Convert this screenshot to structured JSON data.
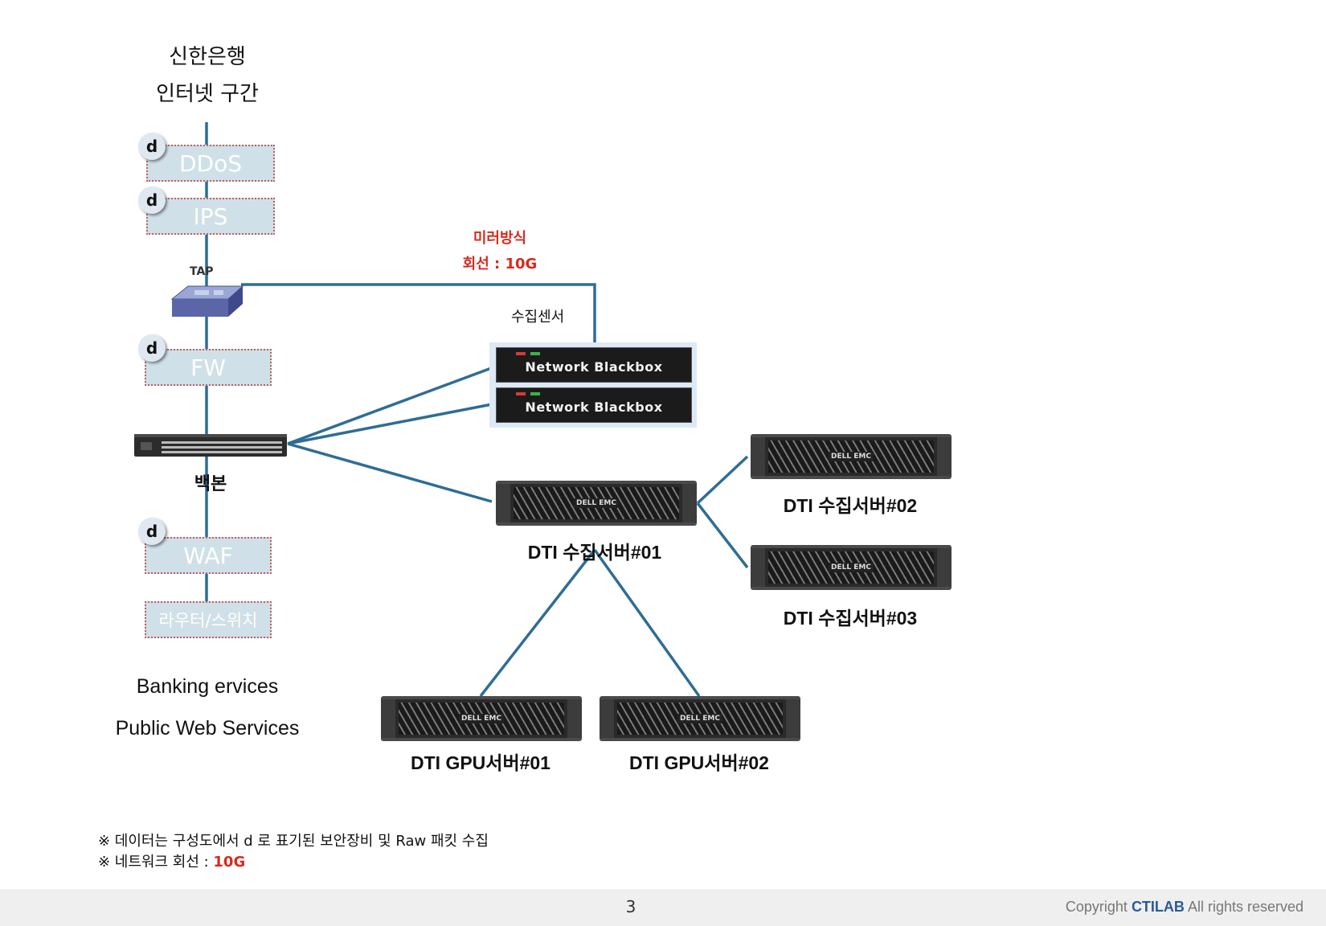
{
  "header": {
    "line1": "신한은행",
    "line2": "인터넷 구간"
  },
  "security_devices": {
    "badge": "d",
    "ddos": "DDoS",
    "ips": "IPS",
    "fw": "FW",
    "waf": "WAF",
    "router": "라우터/스위치"
  },
  "tap": {
    "label": "TAP"
  },
  "backbone": {
    "label": "백본"
  },
  "mirror": {
    "line1": "미러방식",
    "line2": "회선 : 10G"
  },
  "sensor": {
    "label": "수집센서",
    "box1": "Network Blackbox",
    "box2": "Network Blackbox"
  },
  "servers": {
    "dti01": "DTI 수집서버#01",
    "dti02": "DTI 수집서버#02",
    "dti03": "DTI 수집서버#03",
    "gpu01": "DTI GPU서버#01",
    "gpu02": "DTI GPU서버#02",
    "logo": "DELL EMC"
  },
  "services": {
    "line1": "Banking ervices",
    "line2": "Public Web Services"
  },
  "notes": {
    "note1": "※ 데이터는 구성도에서 d  로 표기된 보안장비 및 Raw 패킷 수집",
    "note2_prefix": "※ 네트워크 회선 :  ",
    "note2_value": "10G"
  },
  "footer": {
    "page": "3",
    "copyright_prefix": "Copyright ",
    "copyright_brand": "CTILAB",
    "copyright_suffix": " All rights reserved"
  },
  "colors": {
    "wire": "#2e6d96",
    "accent_red": "#d42b1e",
    "device_box": "#cfe0e8"
  }
}
